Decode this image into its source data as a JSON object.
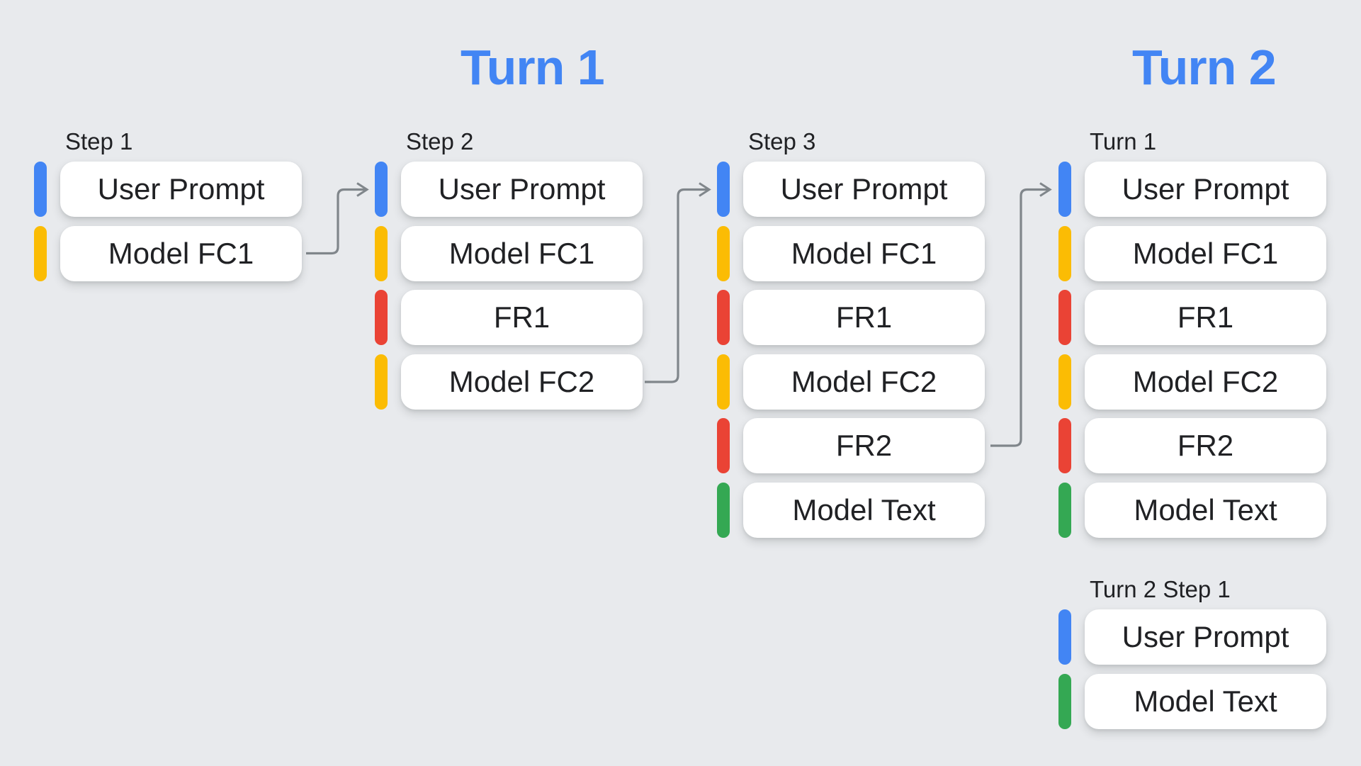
{
  "background": "#E8EAED",
  "titles": {
    "turn1": "Turn 1",
    "turn2": "Turn 2"
  },
  "colors": {
    "blue": "#4285F4",
    "yellow": "#FBBC04",
    "red": "#EA4335",
    "green": "#34A853",
    "arrow": "#80868B",
    "title": "#4285F4",
    "box_text": "#202124",
    "label_text": "#202124"
  },
  "columns": [
    {
      "label": "Step 1",
      "rows": [
        {
          "text": "User Prompt",
          "color": "blue"
        },
        {
          "text": "Model FC1",
          "color": "yellow"
        }
      ]
    },
    {
      "label": "Step 2",
      "rows": [
        {
          "text": "User Prompt",
          "color": "blue"
        },
        {
          "text": "Model FC1",
          "color": "yellow"
        },
        {
          "text": "FR1",
          "color": "red"
        },
        {
          "text": "Model FC2",
          "color": "yellow"
        }
      ]
    },
    {
      "label": "Step 3",
      "rows": [
        {
          "text": "User Prompt",
          "color": "blue"
        },
        {
          "text": "Model FC1",
          "color": "yellow"
        },
        {
          "text": "FR1",
          "color": "red"
        },
        {
          "text": "Model FC2",
          "color": "yellow"
        },
        {
          "text": "FR2",
          "color": "red"
        },
        {
          "text": "Model Text",
          "color": "green"
        }
      ]
    },
    {
      "label": "Turn 1",
      "rows": [
        {
          "text": "User Prompt",
          "color": "blue"
        },
        {
          "text": "Model FC1",
          "color": "yellow"
        },
        {
          "text": "FR1",
          "color": "red"
        },
        {
          "text": "Model FC2",
          "color": "yellow"
        },
        {
          "text": "FR2",
          "color": "red"
        },
        {
          "text": "Model Text",
          "color": "green"
        }
      ]
    },
    {
      "label": "Turn 2 Step 1",
      "rows": [
        {
          "text": "User Prompt",
          "color": "blue"
        },
        {
          "text": "Model Text",
          "color": "green"
        }
      ]
    }
  ],
  "arrows": [
    {
      "from": "Step 1 Model FC1",
      "to": "Step 2 User Prompt"
    },
    {
      "from": "Step 2 Model FC2",
      "to": "Step 3 User Prompt"
    },
    {
      "from": "Step 3 FR2",
      "to": "Turn 1 User Prompt"
    }
  ]
}
